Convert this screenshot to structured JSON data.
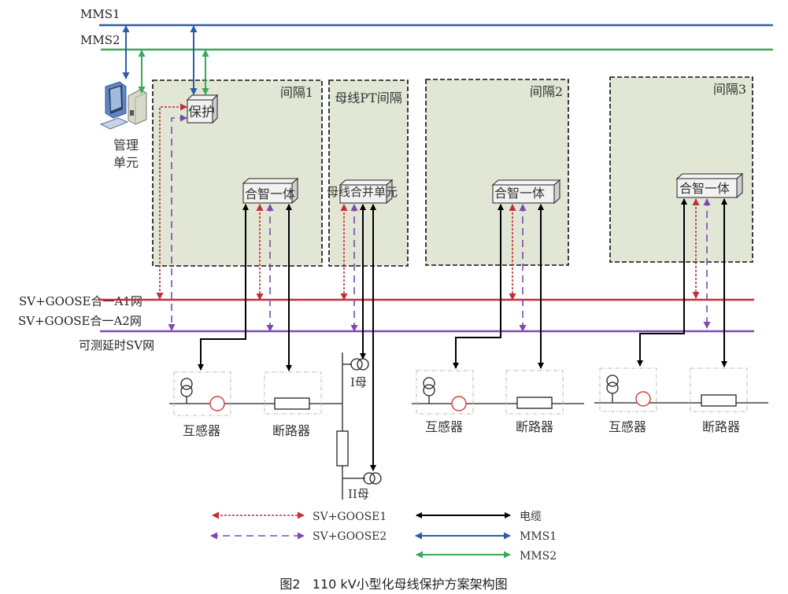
{
  "networks": {
    "mms1": "MMS1",
    "mms2": "MMS2",
    "a1": "SV+GOOSE合一A1网",
    "a2": "SV+GOOSE合一A2网",
    "sv": "可测延时SV网"
  },
  "management_unit": {
    "line1": "管理",
    "line2": "单元"
  },
  "protection_device": "保护",
  "bays": [
    {
      "title": "间隔1",
      "device": "合智一体"
    },
    {
      "title": "母线PT间隔",
      "device": "母线合并单元"
    },
    {
      "title": "间隔2",
      "device": "合智一体"
    },
    {
      "title": "间隔3",
      "device": "合智一体"
    }
  ],
  "primary": {
    "ct": "互感器",
    "breaker": "断路器",
    "bus1": "I母",
    "bus2": "II母"
  },
  "legend": [
    {
      "label": "SV+GOOSE1",
      "style": "red-dotted",
      "color": "#c0303a"
    },
    {
      "label": "SV+GOOSE2",
      "style": "purple-dashed",
      "color": "#7a4bb0"
    },
    {
      "label": "电缆",
      "style": "black-solid",
      "color": "#000000"
    },
    {
      "label": "MMS1",
      "style": "blue-solid",
      "color": "#2a5ea8"
    },
    {
      "label": "MMS2",
      "style": "green-solid",
      "color": "#3aa95a"
    }
  ],
  "caption": "图2   110 kV小型化母线保护方案架构图",
  "colors": {
    "a1_net": "#c0303a",
    "a2_net": "#7a4bb0",
    "mms1": "#2a5ea8",
    "mms2": "#3aa95a",
    "bay_fill": "#e2e6d4"
  }
}
